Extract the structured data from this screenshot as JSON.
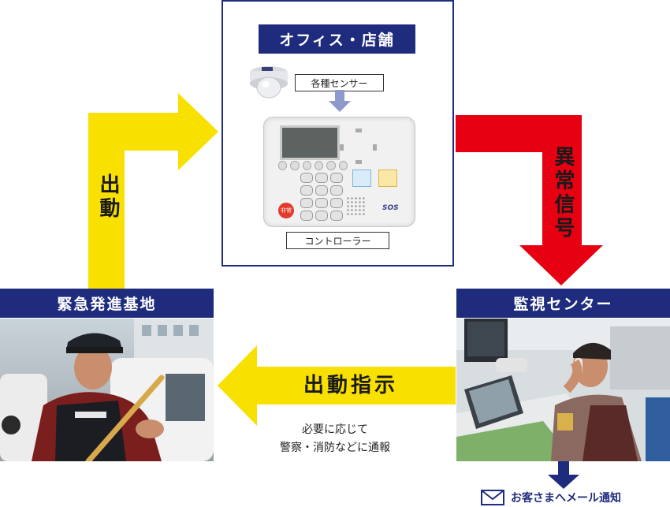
{
  "office": {
    "title": "オフィス・店舗",
    "sensor_label": "各種センサー",
    "controller_label": "コントローラー",
    "controller": {
      "red_button": "非常",
      "sos_logo": "SOS"
    }
  },
  "arrows": {
    "dispatch": "出動",
    "alarm_signal": "異常信号",
    "dispatch_order": "出動指示"
  },
  "base": {
    "title": "緊急発進基地"
  },
  "center": {
    "title": "監視センター"
  },
  "note": {
    "line1": "必要に応じて",
    "line2": "警察・消防などに通報"
  },
  "mail": {
    "label": "お客さまへメール通知"
  },
  "colors": {
    "navy": "#1f2c7e",
    "yellow": "#f8e000",
    "red": "#e60012",
    "sensor_arrow": "#8e99cc"
  }
}
